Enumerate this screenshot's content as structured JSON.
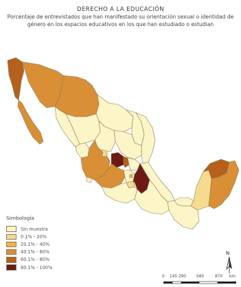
{
  "map": {
    "title": "DERECHO A LA EDUCACIÓN",
    "subtitle_line1": "Porcentaje de entrevistados que han manifestado su orientación sexual o identidad de",
    "subtitle_line2": "género en los espacios educativos en los que han estudiado o estudian"
  },
  "legend": {
    "title": "Simbología",
    "items": [
      {
        "label": "Sin muestra",
        "color": "#fcf5c7"
      },
      {
        "label": "0.1% - 20%",
        "color": "#f6db8e"
      },
      {
        "label": "20.1% - 40%",
        "color": "#eeb54b"
      },
      {
        "label": "40.1% - 60%",
        "color": "#d98f36"
      },
      {
        "label": "60.1% - 80%",
        "color": "#b5601b"
      },
      {
        "label": "80.1% - 100%",
        "color": "#6e1a14"
      }
    ]
  },
  "north_arrow": {
    "label": "N"
  },
  "scale": {
    "ticks": [
      "0",
      "145",
      "290",
      "580",
      "870"
    ],
    "unit": "km"
  },
  "colors": {
    "border": "#8a7a5a",
    "background": "#ffffff"
  }
}
